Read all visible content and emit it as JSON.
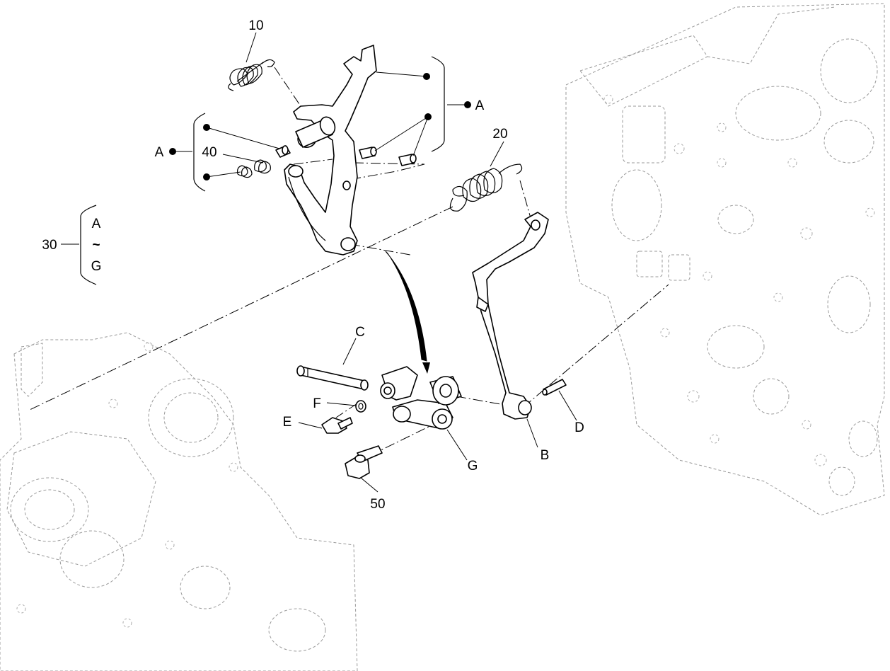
{
  "labels": {
    "p10": "10",
    "p20": "20",
    "p30": "30",
    "p40": "40",
    "p50": "50",
    "a_left": "A",
    "a_right": "A",
    "range_top": "A",
    "range_sep": "~",
    "range_bottom": "G",
    "b": "B",
    "c": "C",
    "d": "D",
    "e": "E",
    "f": "F",
    "g": "G"
  }
}
